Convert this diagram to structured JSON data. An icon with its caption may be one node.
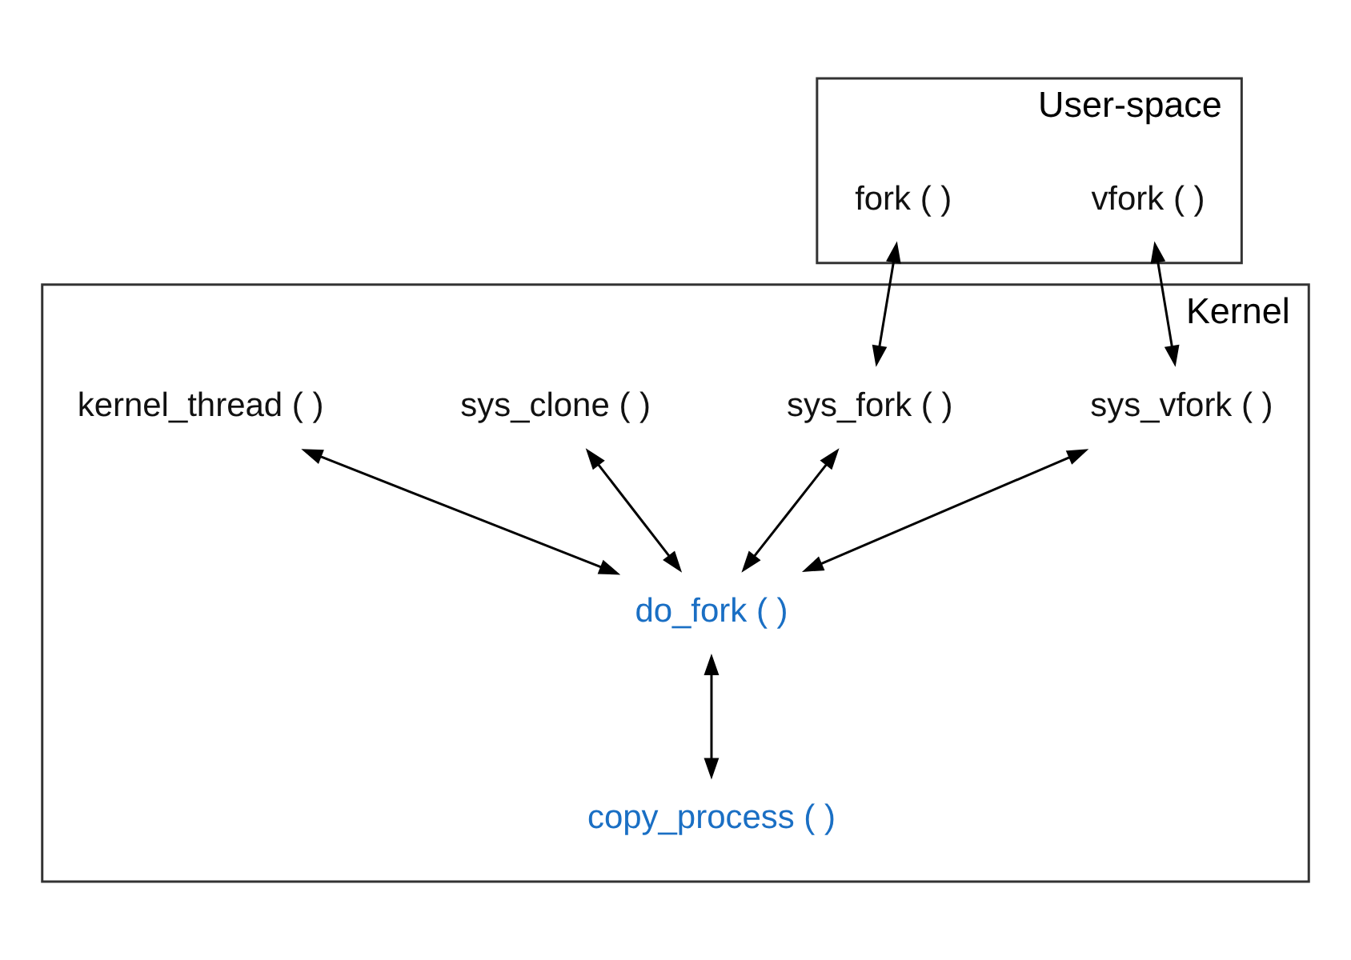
{
  "diagram": {
    "nodes": [
      {
        "text": [
          "User-space"
        ]
      },
      {
        "text": [
          "vfork ( )"
        ],
        "in": 0
      },
      {
        "text": [
          "fork ( )"
        ],
        "in": 0
      },
      {
        "text": [
          "Kernel"
        ]
      },
      {
        "text": [
          "sys_vfork ( )"
        ],
        "in": 3
      },
      {
        "text": [
          "sys_fork ( )"
        ],
        "in": 3
      },
      {
        "text": [
          "sys_clone ( )"
        ],
        "in": 3
      },
      {
        "text": [
          "kernel_thread ( )"
        ],
        "in": 3
      },
      {
        "text": [
          "do_fork ( )"
        ],
        "in": 3
      },
      {
        "text": [
          "copy_process ( )"
        ],
        "in": 3
      }
    ],
    "edges": [
      {
        "from": 1,
        "to": 4,
        "arrow": "both"
      },
      {
        "from": 2,
        "to": 5,
        "arrow": "both"
      },
      {
        "from": 4,
        "to": 8,
        "arrow": "both"
      },
      {
        "from": 5,
        "to": 8,
        "arrow": "both"
      },
      {
        "from": 6,
        "to": 8,
        "arrow": "both"
      },
      {
        "from": 7,
        "to": 8,
        "arrow": "both"
      },
      {
        "from": 8,
        "to": 9,
        "arrow": "both"
      }
    ]
  }
}
